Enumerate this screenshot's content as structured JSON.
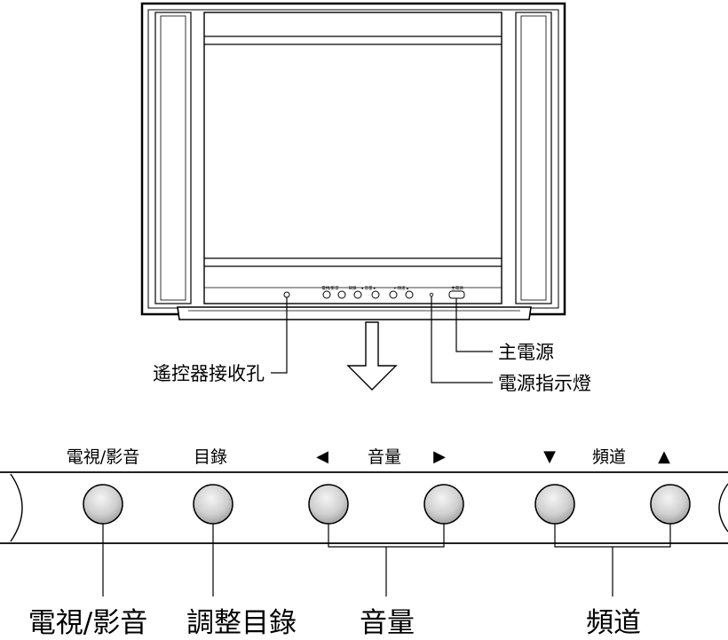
{
  "tv_panel": {
    "mini_labels": [
      "電視/影音",
      "目錄",
      "◂ 音量 ▸",
      "▾ 頻道 ▴",
      "主電源"
    ]
  },
  "callouts": {
    "remote_receiver": "遙控器接收孔",
    "main_power": "主電源",
    "power_indicator": "電源指示燈"
  },
  "control_strip": {
    "top_labels": {
      "tv_av": "電視/影音",
      "menu": "目錄",
      "volume_left_arrow": "◀",
      "volume": "音量",
      "volume_right_arrow": "▶",
      "channel_down_arrow": "▼",
      "channel": "頻道",
      "channel_up_arrow": "▲"
    },
    "bottom_labels": {
      "tv_av": "電視/影音",
      "adjust_menu": "調整目錄",
      "volume": "音量",
      "channel": "頻道"
    }
  },
  "colors": {
    "line": "#000000",
    "button_fill_light": "#f4f4f4",
    "button_fill_dark": "#9a9a9a",
    "background": "#ffffff"
  }
}
